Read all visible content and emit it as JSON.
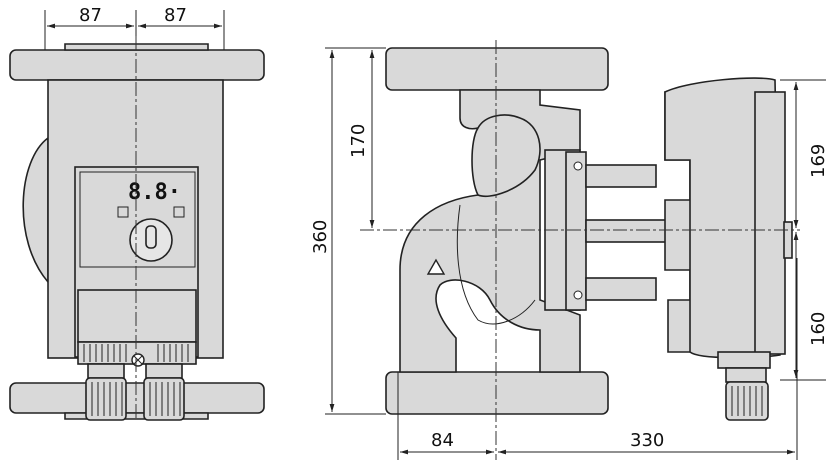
{
  "dimensions": {
    "top_left": "87",
    "top_right": "87",
    "total_height": "360",
    "upper_height": "170",
    "motor_upper": "169",
    "motor_lower": "160",
    "bottom_left": "84",
    "bottom_right": "330"
  },
  "display": {
    "readout": "8.8·"
  }
}
